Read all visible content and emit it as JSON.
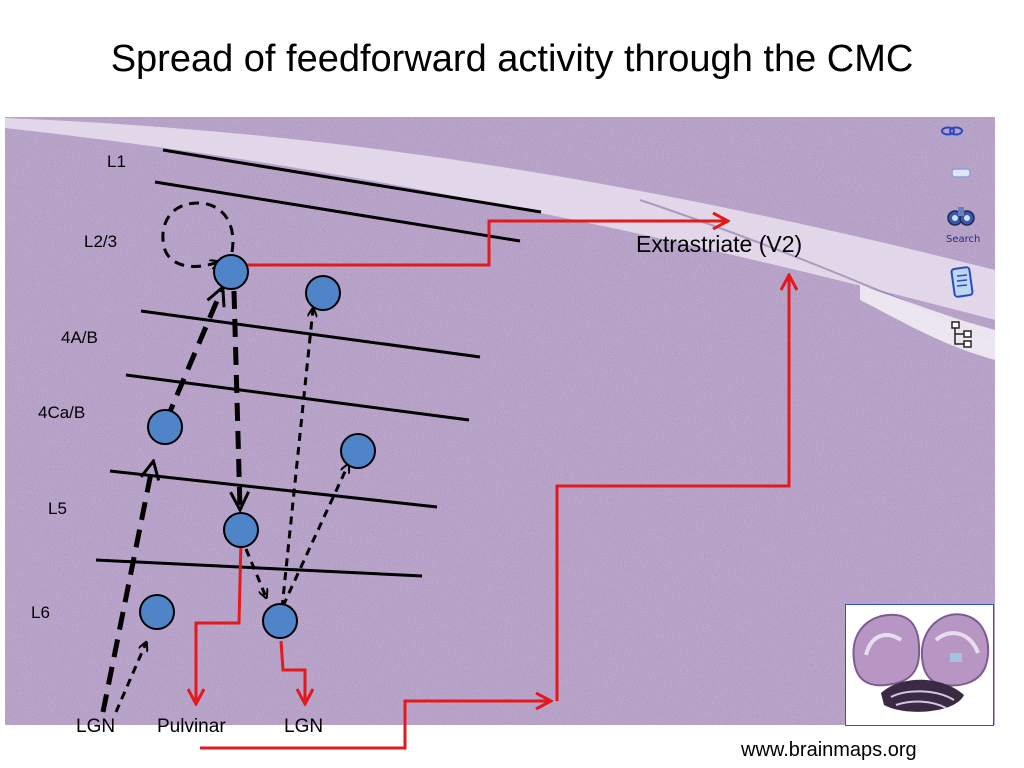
{
  "title": "Spread of feedforward activity through the CMC",
  "layers": {
    "l1": "L1",
    "l23": "L2/3",
    "l4ab": "4A/B",
    "l4cab": "4Ca/B",
    "l5": "L5",
    "l6": "L6"
  },
  "targets": {
    "extrastriate": "Extrastriate (V2)",
    "lgn_input": "LGN",
    "pulvinar": "Pulvinar",
    "lgn_output": "LGN"
  },
  "source": "www.brainmaps.org",
  "side_panel": {
    "search_label": "Search",
    "icons": [
      "link-icon",
      "layers-icon",
      "binoculars-icon",
      "notes-icon",
      "tree-icon"
    ]
  },
  "colors": {
    "tissue": "#b5a2c6",
    "cell": "#4f85c8",
    "pathway": "#e3191c",
    "connection": "#000000"
  }
}
